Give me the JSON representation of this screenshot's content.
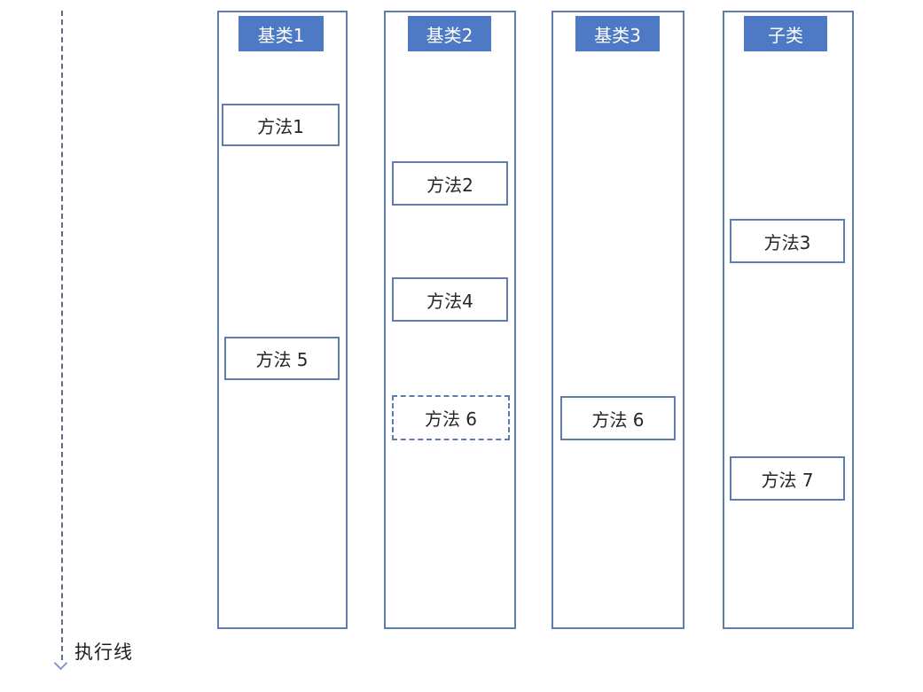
{
  "diagram": {
    "title": "class-method-invocation-lifelines",
    "execution_line": {
      "label": "执行线"
    },
    "colors": {
      "header_fill": "#4e79c4",
      "header_text": "#ffffff",
      "box_border": "#5f7cae",
      "dashed_line": "#5d6b87",
      "arrowhead": "#8598c8",
      "method_text": "#262626"
    },
    "columns": [
      {
        "title": "基类1",
        "methods": [
          {
            "label": "方法1",
            "border": "solid"
          },
          {
            "label": "方法 5",
            "border": "solid"
          }
        ]
      },
      {
        "title": "基类2",
        "methods": [
          {
            "label": "方法2",
            "border": "solid"
          },
          {
            "label": "方法4",
            "border": "solid"
          },
          {
            "label": "方法 6",
            "border": "dashed"
          }
        ]
      },
      {
        "title": "基类3",
        "methods": [
          {
            "label": "方法 6",
            "border": "solid"
          }
        ]
      },
      {
        "title": "子类",
        "methods": [
          {
            "label": "方法3",
            "border": "solid"
          },
          {
            "label": "方法 7",
            "border": "solid"
          }
        ]
      }
    ]
  }
}
